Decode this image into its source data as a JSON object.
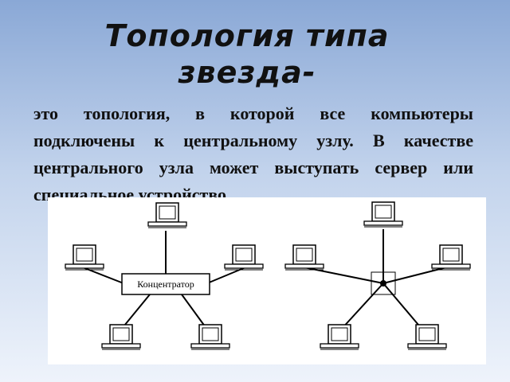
{
  "title": {
    "line1": "Топология типа",
    "line2": "звезда-"
  },
  "description": "это топология, в которой все компьютеры подключены к центральному узлу. В качестве центрального узла может выступать сервер или специальное устройство",
  "figure": {
    "hub_label": "Концентратор"
  }
}
